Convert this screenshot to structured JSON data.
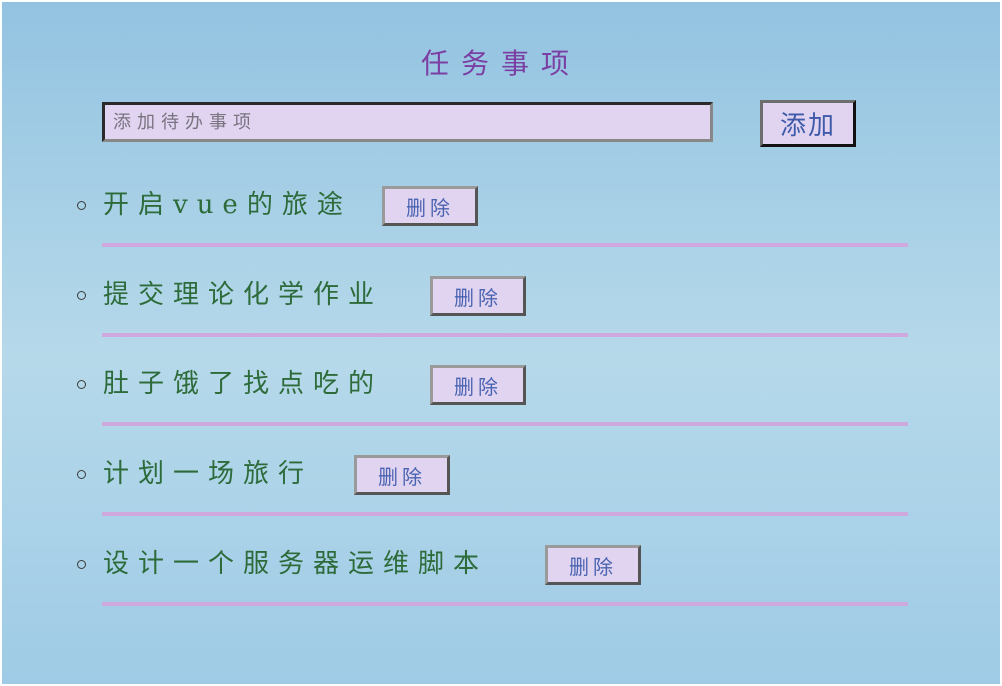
{
  "page": {
    "title": "任务事项"
  },
  "form": {
    "input_value": "",
    "input_placeholder": "添加待办事项",
    "add_label": "添加"
  },
  "todos": [
    {
      "text": "开启vue的旅途",
      "delete_label": "删除"
    },
    {
      "text": "提交理论化学作业",
      "delete_label": "删除"
    },
    {
      "text": "肚子饿了找点吃的",
      "delete_label": "删除"
    },
    {
      "text": "计划一场旅行",
      "delete_label": "删除"
    },
    {
      "text": "设计一个服务器运维脚本",
      "delete_label": "删除"
    }
  ],
  "icons": {
    "bullet": "hollow-circle-bullet-icon"
  },
  "colors": {
    "background_top": "#93c3e1",
    "background_middle": "#b6d9ea",
    "title": "#7b3fa3",
    "todo_text": "#2d6b3a",
    "button_text": "#4a63b0",
    "input_background": "#e0d4f1",
    "divider": "#cfa9de"
  }
}
